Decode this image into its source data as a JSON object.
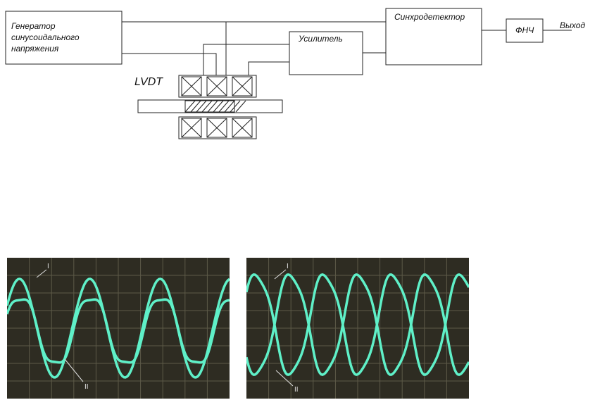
{
  "diagram": {
    "generator_label_lines": [
      "Генератор",
      "синусоидального",
      "напряжения"
    ],
    "amplifier_label": "Усилитель",
    "sync_detector_label": "Синхродетектор",
    "lpf_label": "ФНЧ",
    "output_label": "Выход",
    "lvdt_label": "LVDT"
  },
  "oscillograms": [
    {
      "trace_I_label": "I",
      "trace_II_label": "II",
      "colors": {
        "background": "#2e2c22",
        "grid": "#5d5a48",
        "trace": "#5ff0c8"
      }
    },
    {
      "trace_I_label": "I",
      "trace_II_label": "II",
      "colors": {
        "background": "#2e2c22",
        "grid": "#5d5a48",
        "trace": "#5ff0c8"
      }
    }
  ]
}
